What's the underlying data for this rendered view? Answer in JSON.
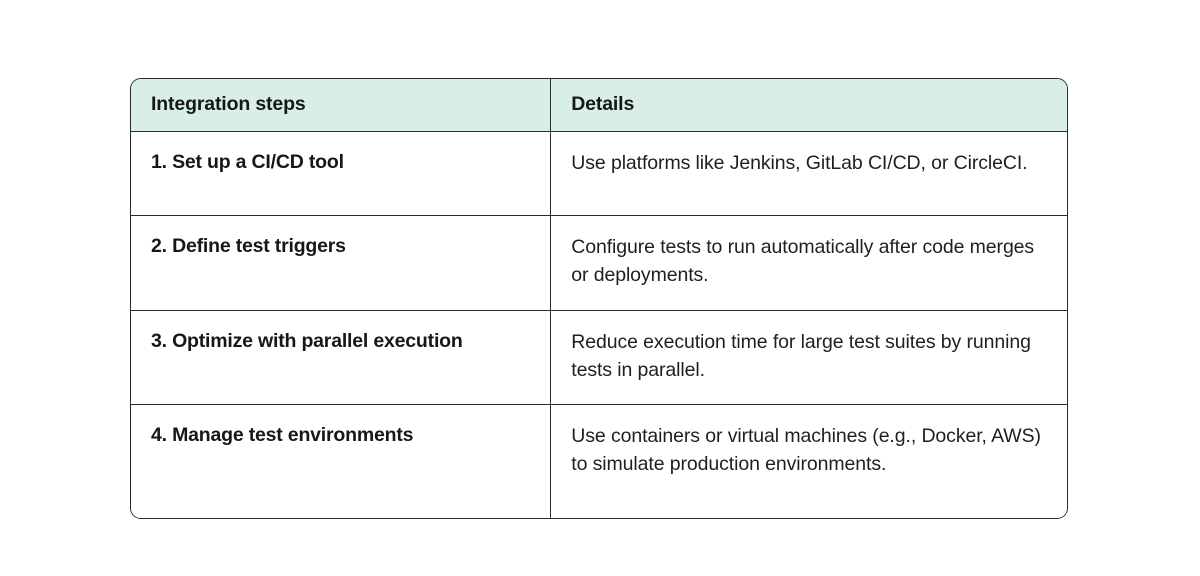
{
  "table": {
    "columns": [
      {
        "key": "step",
        "label": "Integration steps"
      },
      {
        "key": "detail",
        "label": "Details"
      }
    ],
    "header_background": "#d9efe6",
    "border_color": "#2b2b2b",
    "text_color": "#15181a",
    "rows": [
      {
        "step": "1. Set up a CI/CD tool",
        "detail": "Use platforms like Jenkins, GitLab CI/CD, or CircleCI."
      },
      {
        "step": "2. Define test triggers",
        "detail": "Configure tests to run automatically after code merges or deployments."
      },
      {
        "step": "3. Optimize with parallel execution",
        "detail": "Reduce execution time for large test suites by running tests in parallel."
      },
      {
        "step": "4. Manage test environments",
        "detail": "Use containers or virtual machines (e.g., Docker, AWS) to simulate production environments."
      }
    ]
  }
}
